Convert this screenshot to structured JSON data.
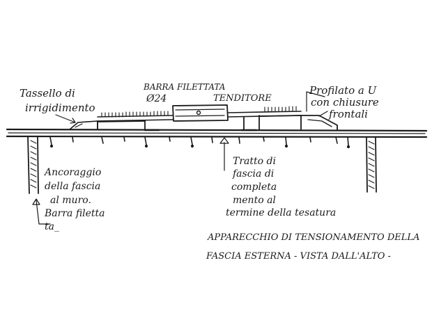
{
  "labels": {
    "tassello_line1": "Tassello di",
    "tassello_line2": "irrigidimento",
    "barra_line1": "BARRA FILETTATA",
    "barra_line2": "Ø24",
    "tenditore": "TENDITORE",
    "profilato_line1": "Profilato a U",
    "profilato_line2": "con chiusure",
    "profilato_line3": "frontali",
    "ancoraggio_line1": "Ancoraggio",
    "ancoraggio_line2": "della fascia",
    "ancoraggio_line3": "al muro.",
    "ancoraggio_line4": "Barra filetta",
    "ancoraggio_line5": "ta_",
    "tratto_line1": "Tratto di",
    "tratto_line2": "fascia di",
    "tratto_line3": "completa",
    "tratto_line4": "mento al",
    "tratto_line5": "termine della tesatura",
    "caption_line1": "APPARECCHIO DI TENSIONAMENTO DELLA",
    "caption_line2": "FASCIA ESTERNA - VISTA DALL'ALTO -"
  }
}
